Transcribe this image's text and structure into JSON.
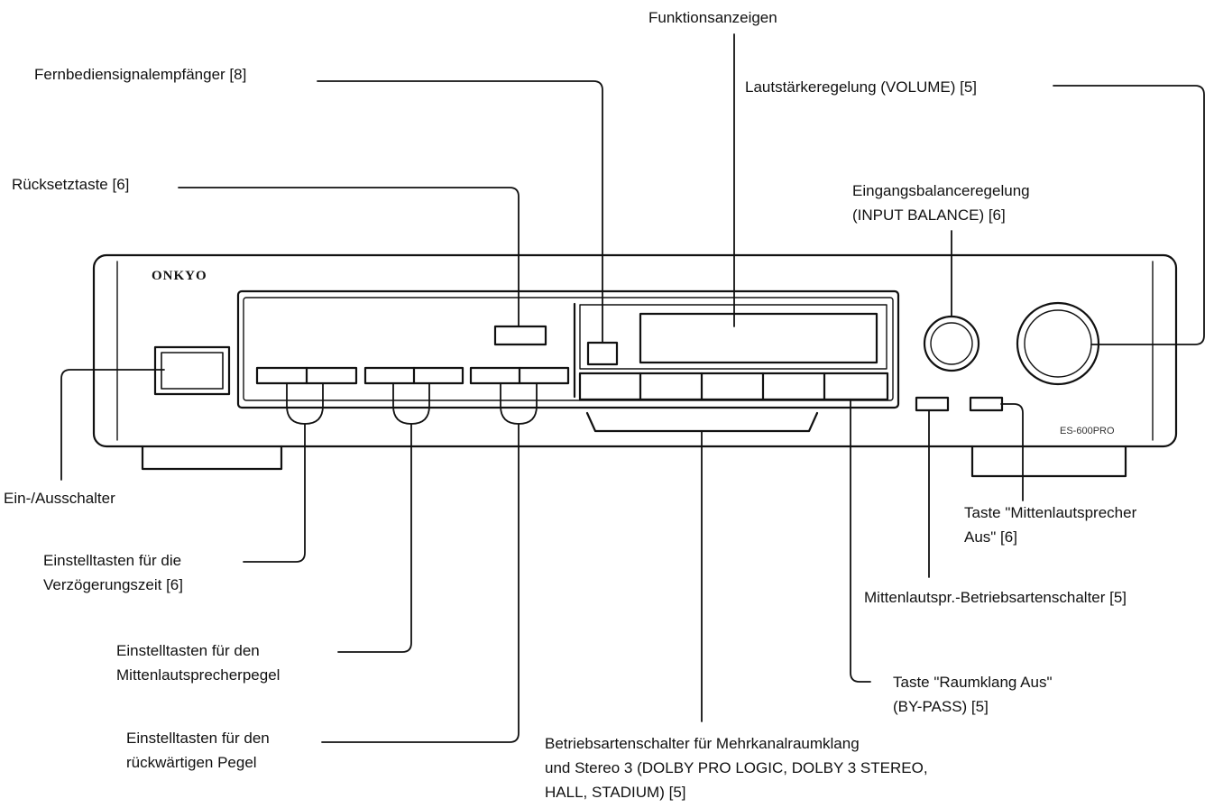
{
  "device": {
    "brand": "ONKYO",
    "model": "ES-600PRO"
  },
  "labels": {
    "funktionsanzeigen": "Funktionsanzeigen",
    "fernbedien": "Fernbediensignalempfänger [8]",
    "lautstaerke": "Lautstärkeregelung (VOLUME) [5]",
    "ruecksetz": "Rücksetztaste [6]",
    "eingangsbalance": [
      "Eingangsbalanceregelung",
      "(INPUT BALANCE) [6]"
    ],
    "einaus": "Ein-/Ausschalter",
    "verzoegerung": [
      "Einstelltasten für die",
      "Verzögerungszeit [6]"
    ],
    "mittenpegel": [
      "Einstelltasten für den",
      "Mittenlautsprecherpegel"
    ],
    "rueckpegel": [
      "Einstelltasten für den",
      "rückwärtigen Pegel"
    ],
    "betriebsarten": [
      "Betriebsartenschalter für Mehrkanalraumklang",
      "und Stereo 3 (DOLBY PRO LOGIC, DOLBY 3 STEREO,",
      "HALL, STADIUM) [5]"
    ],
    "mitte_aus": [
      "Taste \"Mittenlautsprecher",
      "Aus\" [6]"
    ],
    "mitten_betrieb": "Mittenlautspr.-Betriebsartenschalter [5]",
    "raumklang_aus": [
      "Taste \"Raumklang Aus\"",
      "(BY-PASS) [5]"
    ]
  }
}
